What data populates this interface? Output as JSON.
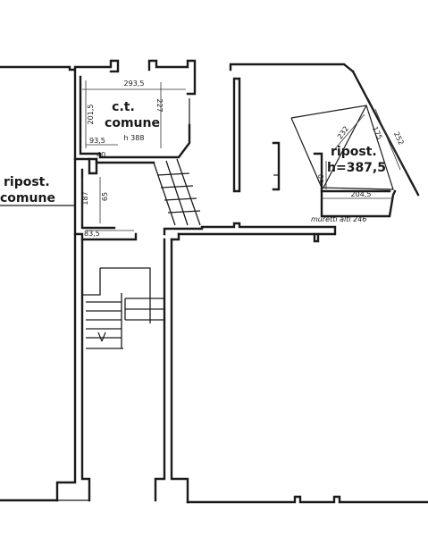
{
  "rooms": {
    "ct_comune": {
      "line1": "c.t.",
      "line2": "comune",
      "height": "h 388"
    },
    "ripost_comune_left": {
      "line1": "ripost.",
      "line2": "comune"
    },
    "ripost_right": {
      "line1": "ripost.",
      "height": "h=387,5"
    }
  },
  "dimensions": {
    "ct_width": "293,5",
    "ct_depth_left": "201,5",
    "ct_depth_right": "227",
    "ct_small": "93,5",
    "ct_corner": "40",
    "left_store_height": "187",
    "left_store_width": "65",
    "left_store_bottom": "83,5",
    "right_diag_top": "232",
    "right_diag_side": "252",
    "right_bottom": "204,5",
    "right_small": "60",
    "right_diag_inner": "175"
  },
  "notes": {
    "wall_height": "muretti alti 246"
  }
}
